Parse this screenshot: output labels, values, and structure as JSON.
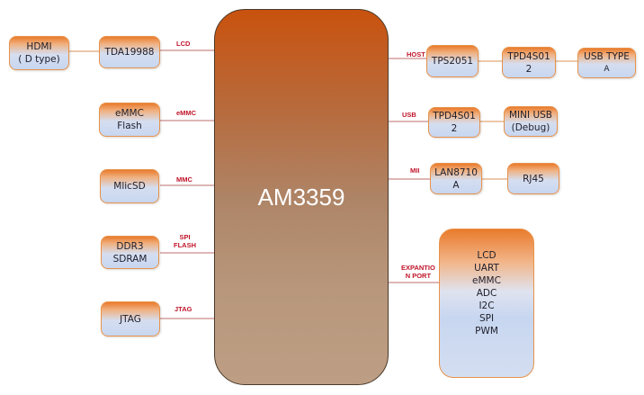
{
  "processor": {
    "label": "AM3359"
  },
  "left_blocks": [
    {
      "id": "hdmi",
      "lines": [
        "HDMI",
        "( D type)"
      ]
    },
    {
      "id": "tda19988",
      "lines": [
        "TDA19988"
      ]
    },
    {
      "id": "emmc",
      "lines": [
        "eMMC",
        "Flash"
      ]
    },
    {
      "id": "microsd",
      "lines": [
        "MlicSD"
      ]
    },
    {
      "id": "ddr3",
      "lines": [
        "DDR3",
        "SDRAM"
      ]
    },
    {
      "id": "jtag",
      "lines": [
        "JTAG"
      ]
    }
  ],
  "right_blocks": [
    {
      "id": "tps2051",
      "lines": [
        "TPS2051"
      ]
    },
    {
      "id": "tpd4s012-host",
      "lines": [
        "TPD4S01",
        "2"
      ]
    },
    {
      "id": "usb-type-a",
      "lines": [
        "USB TYPE",
        "A"
      ]
    },
    {
      "id": "tpd4s012-usb",
      "lines": [
        "TPD4S01",
        "2"
      ]
    },
    {
      "id": "mini-usb",
      "lines": [
        "MINI USB",
        "(Debug)"
      ]
    },
    {
      "id": "lan8710a",
      "lines": [
        "LAN8710",
        "A"
      ]
    },
    {
      "id": "rj45",
      "lines": [
        "RJ45"
      ]
    }
  ],
  "bus_labels": {
    "lcd": [
      "LCD"
    ],
    "emmc": [
      "eMMC"
    ],
    "mmc": [
      "MMC"
    ],
    "spi_flash": [
      "SPI",
      "FLASH"
    ],
    "jtag": [
      "JTAG"
    ],
    "host": [
      "HOST"
    ],
    "usb": [
      "USB"
    ],
    "mii": [
      "MII"
    ],
    "expansion": [
      "EXPANTIO",
      "N PORT"
    ]
  },
  "expansion_port": {
    "items": [
      "LCD",
      "UART",
      "eMMC",
      "ADC",
      "I2C",
      "SPI",
      "PWM"
    ]
  },
  "colors": {
    "bus_label": "#c0152a",
    "block_border": "#e8924a",
    "cpu_top": "#c9520e",
    "cpu_bottom": "#bd9e84",
    "line_left": "#c98b8b",
    "line_block": "#e0a878"
  }
}
